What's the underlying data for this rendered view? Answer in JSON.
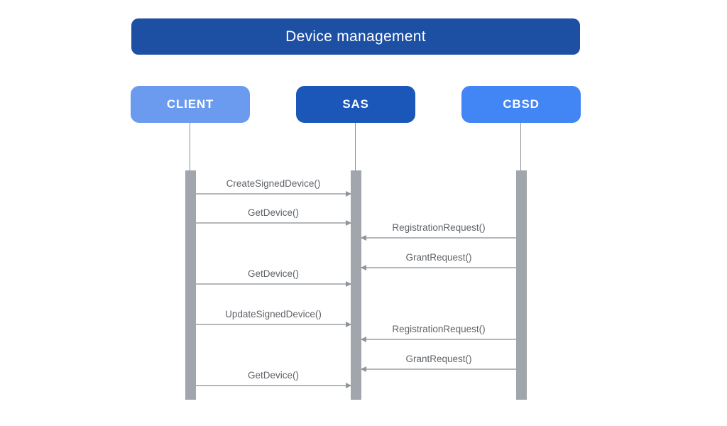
{
  "diagram": {
    "title": "Device management",
    "actors": [
      {
        "id": "client",
        "label": "CLIENT",
        "color": "#6b9bee"
      },
      {
        "id": "sas",
        "label": "SAS",
        "color": "#1a57b8"
      },
      {
        "id": "cbsd",
        "label": "CBSD",
        "color": "#4285f4"
      }
    ],
    "messages": [
      {
        "label": "CreateSignedDevice()",
        "from": "CLIENT",
        "to": "SAS"
      },
      {
        "label": "GetDevice()",
        "from": "CLIENT",
        "to": "SAS"
      },
      {
        "label": "RegistrationRequest()",
        "from": "CBSD",
        "to": "SAS"
      },
      {
        "label": "GrantRequest()",
        "from": "CBSD",
        "to": "SAS"
      },
      {
        "label": "GetDevice()",
        "from": "CLIENT",
        "to": "SAS"
      },
      {
        "label": "UpdateSignedDevice()",
        "from": "CLIENT",
        "to": "SAS"
      },
      {
        "label": "RegistrationRequest()",
        "from": "CBSD",
        "to": "SAS"
      },
      {
        "label": "GrantRequest()",
        "from": "CBSD",
        "to": "SAS"
      },
      {
        "label": "GetDevice()",
        "from": "CLIENT",
        "to": "SAS"
      }
    ],
    "colors": {
      "title_bg": "#1d4fa3",
      "client_bg": "#6b9bee",
      "sas_bg": "#1a57b8",
      "cbsd_bg": "#4285f4",
      "activation_bar": "#a1a6ac",
      "message_line": "#b4b8bc",
      "arrowhead": "#8f959b",
      "message_text": "#5f6368",
      "background": "#ffffff"
    }
  }
}
